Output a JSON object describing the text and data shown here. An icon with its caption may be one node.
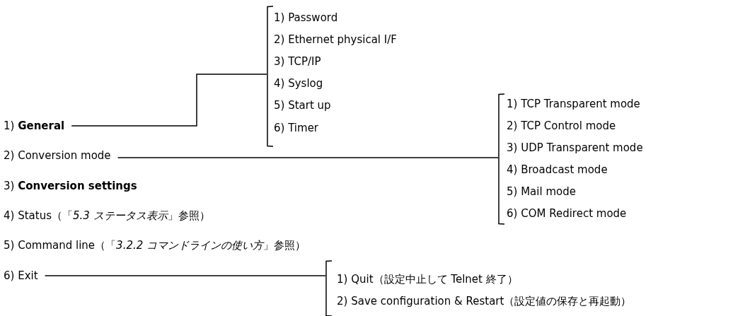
{
  "diagram": {
    "nodes": [
      {
        "text": [
          "1) **General**"
        ]
      },
      {
        "text": [],
        "shape": "bracket"
      },
      {
        "text": [
          "1) Password"
        ],
        "in": 1
      },
      {
        "text": [
          "2) Ethernet physical I/F"
        ],
        "in": 1
      },
      {
        "text": [
          "3) TCP/IP"
        ],
        "in": 1
      },
      {
        "text": [
          "4) Syslog"
        ],
        "in": 1
      },
      {
        "text": [
          "5) Start up"
        ],
        "in": 1
      },
      {
        "text": [
          "6) Timer"
        ],
        "in": 1
      },
      {
        "text": [
          "2) Conversion mode"
        ]
      },
      {
        "text": [],
        "shape": "bracket"
      },
      {
        "text": [
          "1) TCP Transparent mode"
        ],
        "in": 9
      },
      {
        "text": [
          "2) TCP Control mode"
        ],
        "in": 9
      },
      {
        "text": [
          "3) UDP Transparent mode"
        ],
        "in": 9
      },
      {
        "text": [
          "4) Broadcast mode"
        ],
        "in": 9
      },
      {
        "text": [
          "5) Mail mode"
        ],
        "in": 9
      },
      {
        "text": [
          "6) COM Redirect mode"
        ],
        "in": 9
      },
      {
        "text": [
          "6) Exit"
        ]
      },
      {
        "text": [],
        "shape": "bracket"
      },
      {
        "text": [
          "1) Quit（設定中止して Telnet 終了）"
        ],
        "in": 17
      },
      {
        "text": [
          "2) Save configuration & Restart（設定値の保存と再起動）"
        ],
        "in": 17
      }
    ],
    "edges": [
      {
        "from": 0,
        "to": 1,
        "arrow": "none"
      },
      {
        "from": 8,
        "to": 9,
        "arrow": "none"
      },
      {
        "from": 16,
        "to": 17,
        "arrow": "none"
      }
    ],
    "labels": [
      "3) **Conversion settings**",
      "4) Status（「*5.3 ステータス表示*」参照）",
      "5) Command line（「*3.2.2 コマンドラインの使い方*」参照）"
    ]
  }
}
